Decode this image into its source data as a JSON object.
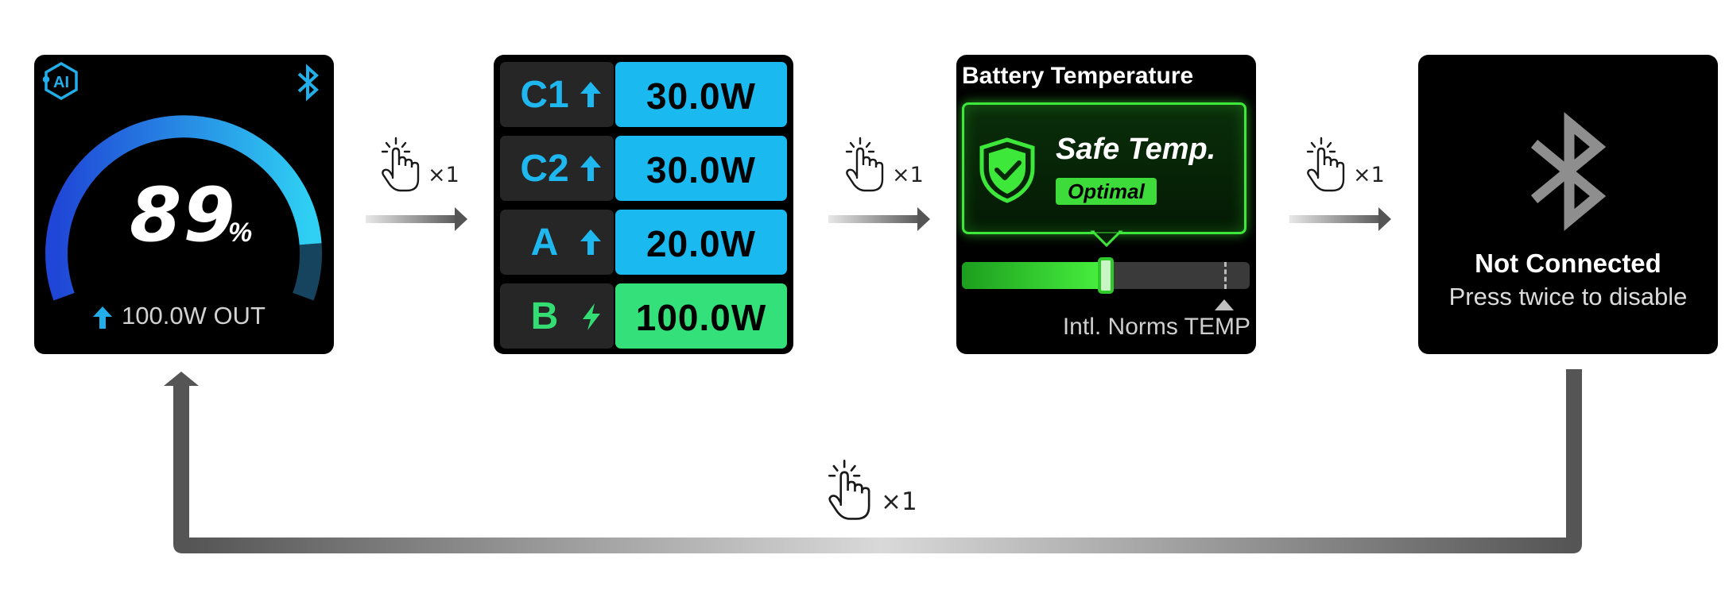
{
  "screens": {
    "battery": {
      "percent": "89",
      "percent_sign": "%",
      "output": "100.0W OUT",
      "icons": [
        "ai-icon",
        "bluetooth-icon",
        "arrow-up-icon"
      ],
      "level": 0.89,
      "colors": {
        "arc_start": "#1f46d6",
        "arc_end": "#2fd0f3",
        "arc_remaining": "#16435d"
      }
    },
    "ports": {
      "rows": [
        {
          "name": "C1",
          "value": "30.0W",
          "icon": "arrow-up-icon",
          "name_color": "#1eb7ef",
          "value_bg": "#1ab9ef"
        },
        {
          "name": "C2",
          "value": "30.0W",
          "icon": "arrow-up-icon",
          "name_color": "#1eb7ef",
          "value_bg": "#1ab9ef"
        },
        {
          "name": "A",
          "value": "20.0W",
          "icon": "arrow-up-icon",
          "name_color": "#1eb7ef",
          "value_bg": "#1ab9ef"
        },
        {
          "name": "B",
          "value": "100.0W",
          "icon": "lightning-icon",
          "name_color": "#33dd73",
          "value_bg": "#33e07a"
        }
      ]
    },
    "temperature": {
      "title": "Battery Temperature",
      "status_title": "Safe Temp.",
      "status_badge": "Optimal",
      "norm_label": "Intl. Norms TEMP",
      "level": 0.5,
      "icon": "shield-check-icon",
      "colors": {
        "accent": "#3de83a"
      }
    },
    "bluetooth": {
      "status": "Not Connected",
      "hint": "Press twice to disable",
      "icon": "bluetooth-icon"
    }
  },
  "connectors": {
    "tap_count": "×1",
    "icon": "tap-hand-icon"
  }
}
